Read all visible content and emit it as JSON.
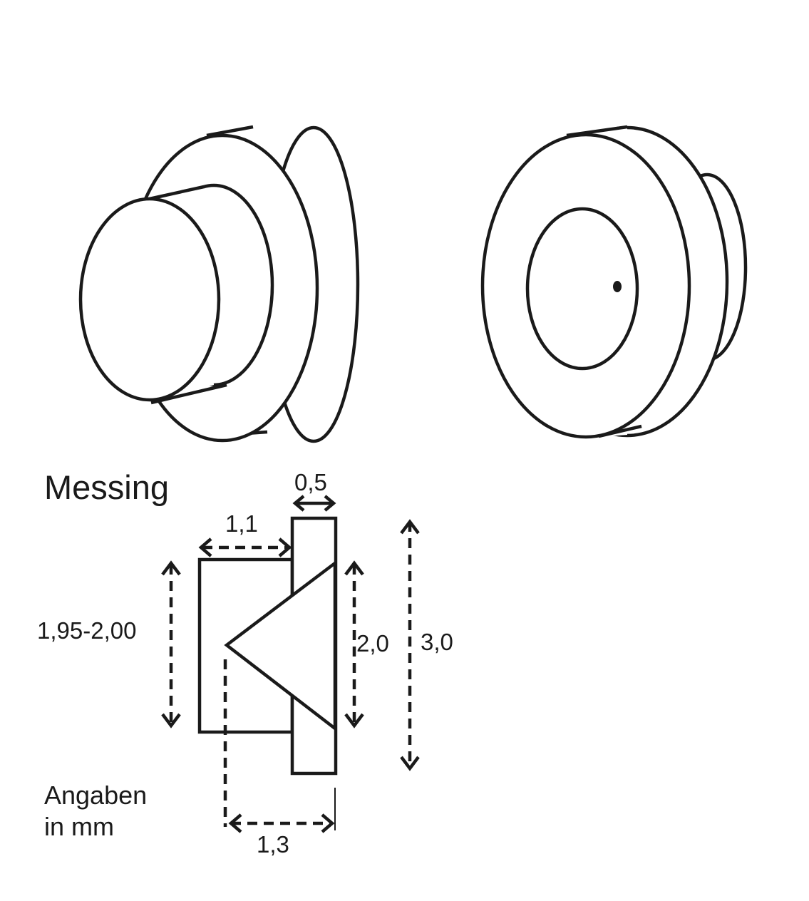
{
  "material_label": "Messing",
  "units_note_line1": "Angaben",
  "units_note_line2": "in mm",
  "dimensions": {
    "plate_thickness": "0,5",
    "pin_length": "1,1",
    "pin_diameter": "1,95-2,00",
    "cone_diameter": "2,0",
    "plate_diameter": "3,0",
    "overall_depth": "1,3"
  }
}
